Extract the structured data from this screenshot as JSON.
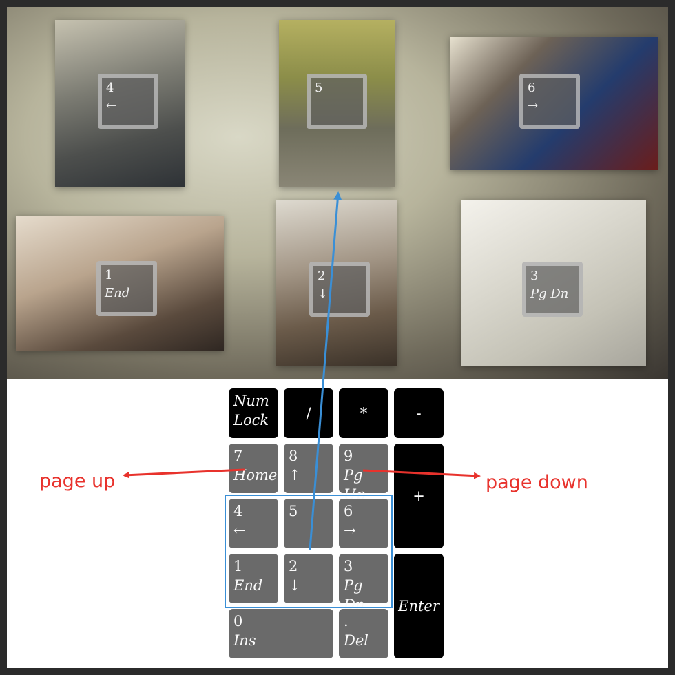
{
  "photos": [
    {
      "id": "4",
      "number": "4",
      "sub": "←"
    },
    {
      "id": "5",
      "number": "5",
      "sub": ""
    },
    {
      "id": "6",
      "number": "6",
      "sub": "→"
    },
    {
      "id": "1",
      "number": "1",
      "sub": "End"
    },
    {
      "id": "2",
      "number": "2",
      "sub": "↓"
    },
    {
      "id": "3",
      "number": "3",
      "sub": "Pg Dn"
    }
  ],
  "keys": {
    "numlock": {
      "number": "Num",
      "sub": "Lock"
    },
    "divide": "/",
    "multiply": "*",
    "minus": "-",
    "k7": {
      "number": "7",
      "sub": "Home"
    },
    "k8": {
      "number": "8",
      "sub": "↑"
    },
    "k9": {
      "number": "9",
      "sub": "Pg Up"
    },
    "plus": "+",
    "k4": {
      "number": "4",
      "sub": "←"
    },
    "k5": {
      "number": "5",
      "sub": ""
    },
    "k6": {
      "number": "6",
      "sub": "→"
    },
    "k1": {
      "number": "1",
      "sub": "End"
    },
    "k2": {
      "number": "2",
      "sub": "↓"
    },
    "k3": {
      "number": "3",
      "sub": "Pg Dn"
    },
    "enter": "Enter",
    "k0": {
      "number": "0",
      "sub": "Ins"
    },
    "dot": {
      "number": ".",
      "sub": "Del"
    }
  },
  "annotations": {
    "left": "page up",
    "right": "page down"
  },
  "colors": {
    "annotation_red": "#e8322c",
    "highlight_blue": "#3a8fd6",
    "key_dark": "#000000",
    "key_gray": "#6a6a6a"
  }
}
